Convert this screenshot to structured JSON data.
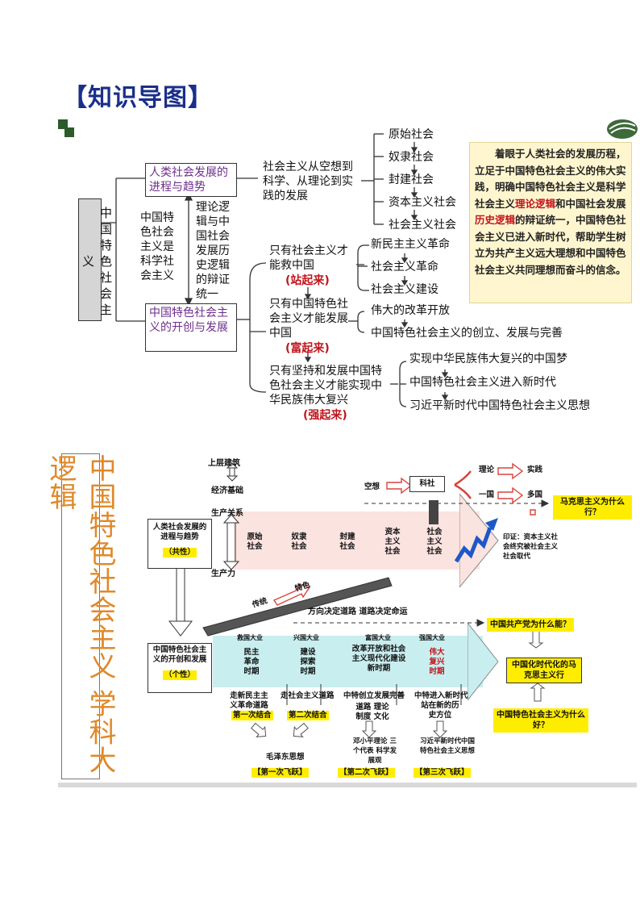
{
  "heading": "【知识导图】",
  "map1": {
    "root": "中国特色社会主义",
    "branch_top": "人类社会发展的进程与趋势",
    "branch_bottom": "中国特色社会主义的开创与发展",
    "left_note": "中国特色社会主义是科学社会主义",
    "mid_note": "理论逻辑与中国社会发展历史逻辑的辩证统一",
    "utopia_to_science": "社会主义从空想到科学、从理论到实践的发展",
    "societies": [
      "原始社会",
      "奴隶社会",
      "封建社会",
      "资本主义社会",
      "社会主义社会"
    ],
    "claims": [
      {
        "text": "只有社会主义才能救中国",
        "tag": "(站起来)",
        "items": [
          "新民主主义革命",
          "社会主义革命",
          "社会主义建设"
        ]
      },
      {
        "text": "只有中国特色社会主义才能发展中国",
        "tag": "(富起来)",
        "items": [
          "伟大的改革开放",
          "中国特色社会主义的创立、发展与完善"
        ]
      },
      {
        "text": "只有坚持和发展中国特色社会主义才能实现中华民族伟大复兴",
        "tag": "(强起来)",
        "items": [
          "实现中华民族伟大复兴的中国梦",
          "中国特色社会主义进入新时代",
          "习近平新时代中国特色社会主义思想"
        ]
      }
    ],
    "note_parts": [
      "着眼于人类社会的发展历程，立足于中国特色社会主义的伟大实践，明确中国特色社会主义是科学社会主义",
      "理论逻辑",
      "和中国社会发展",
      "历史逻辑",
      "的辩证统一，中国特色社会主义已进入新时代，帮助学生树立为共产主义远大理想和中国特色社会主义共同理想而奋斗的信念。"
    ]
  },
  "map2": {
    "vertical_title": "中国特色社会主义 学科大逻辑",
    "superstructure": "上层建筑",
    "base": "经济基础",
    "relations": "生产关系",
    "productivity": "生产力",
    "left_top_box": "人类社会发展的进程与趋势",
    "left_top_tag": "（共性）",
    "stages": [
      "原始社会",
      "奴隶社会",
      "封建社会",
      "资本主义社会",
      "社会主义社会"
    ],
    "utopia": "空想",
    "science_box": "科社",
    "theory": "理论",
    "practice": "实践",
    "one_country": "一国",
    "many_countries": "多国",
    "q_marxism": "马克思主义为什么行？",
    "verify": "印证：资本主义社会终究被社会主义社会取代",
    "tradition": "传统",
    "feature": "特色",
    "direction": "方向决定道路 道路决定命运",
    "q_party": "中国共产党为什么能？",
    "left_bottom_box": "中国特色社会主义的开创和发展",
    "left_bottom_tag": "（个性）",
    "eras": [
      {
        "top": "救国大业",
        "body": "民主革命时期"
      },
      {
        "top": "兴国大业",
        "body": "建设探索时期"
      },
      {
        "top": "富国大业",
        "body": "改革开放和社会主义现代化建设新时期"
      },
      {
        "top": "强国大业",
        "body": "伟大复兴时期"
      }
    ],
    "sinicization": "中国化时代化的马克思主义行",
    "q_good": "中国特色社会主义为什么好？",
    "paths": [
      "走新民主主义革命道路",
      "走社会主义道路",
      "中特创立发展完善",
      "中特进入新时代"
    ],
    "combos": [
      "第一次结合",
      "第二次结合"
    ],
    "sub_a": "道路 理论 制度 文化",
    "sub_b": "站在新的历史方位",
    "thought_1": "毛泽东思想",
    "thought_2": "邓小平理论 三个代表 科学发展观",
    "thought_3": "习近平新时代中国特色社会主义思想",
    "leaps": [
      "【第一次飞跃】",
      "【第二次飞跃】",
      "【第三次飞跃】"
    ]
  }
}
